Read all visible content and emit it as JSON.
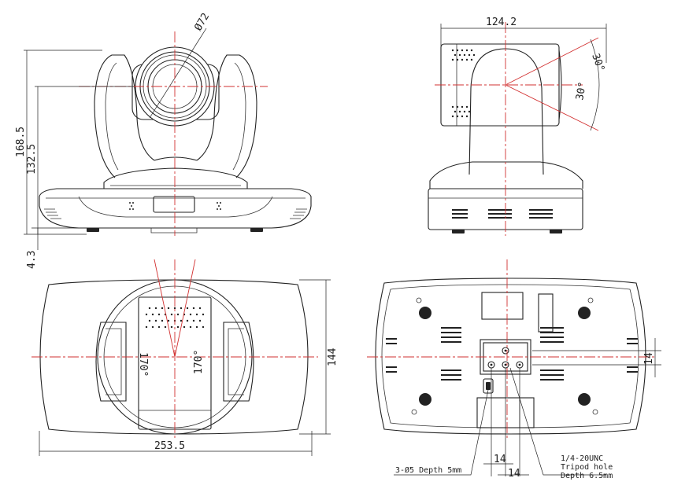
{
  "dimensions": {
    "lens_diameter": "Ø72",
    "height_total": "168.5",
    "height_lens_center": "132.5",
    "foot_height": "4.3",
    "side_depth": "124.2",
    "tilt_up": "30°",
    "tilt_down": "30°",
    "pan_left": "170°",
    "pan_right": "170°",
    "base_width": "253.5",
    "base_depth": "144",
    "spacing_vertical": "14",
    "spacing_horizontal_1": "14",
    "spacing_horizontal_2": "14"
  },
  "notes": {
    "mount_holes": "3-Ø5 Depth 5mm",
    "tripod_line1": "1/4-20UNC",
    "tripod_line2": "Tripod hole",
    "tripod_line3": "Depth 6.5mm"
  },
  "colors": {
    "outline": "#222222",
    "center_line": "#d23030",
    "background": "#ffffff"
  }
}
